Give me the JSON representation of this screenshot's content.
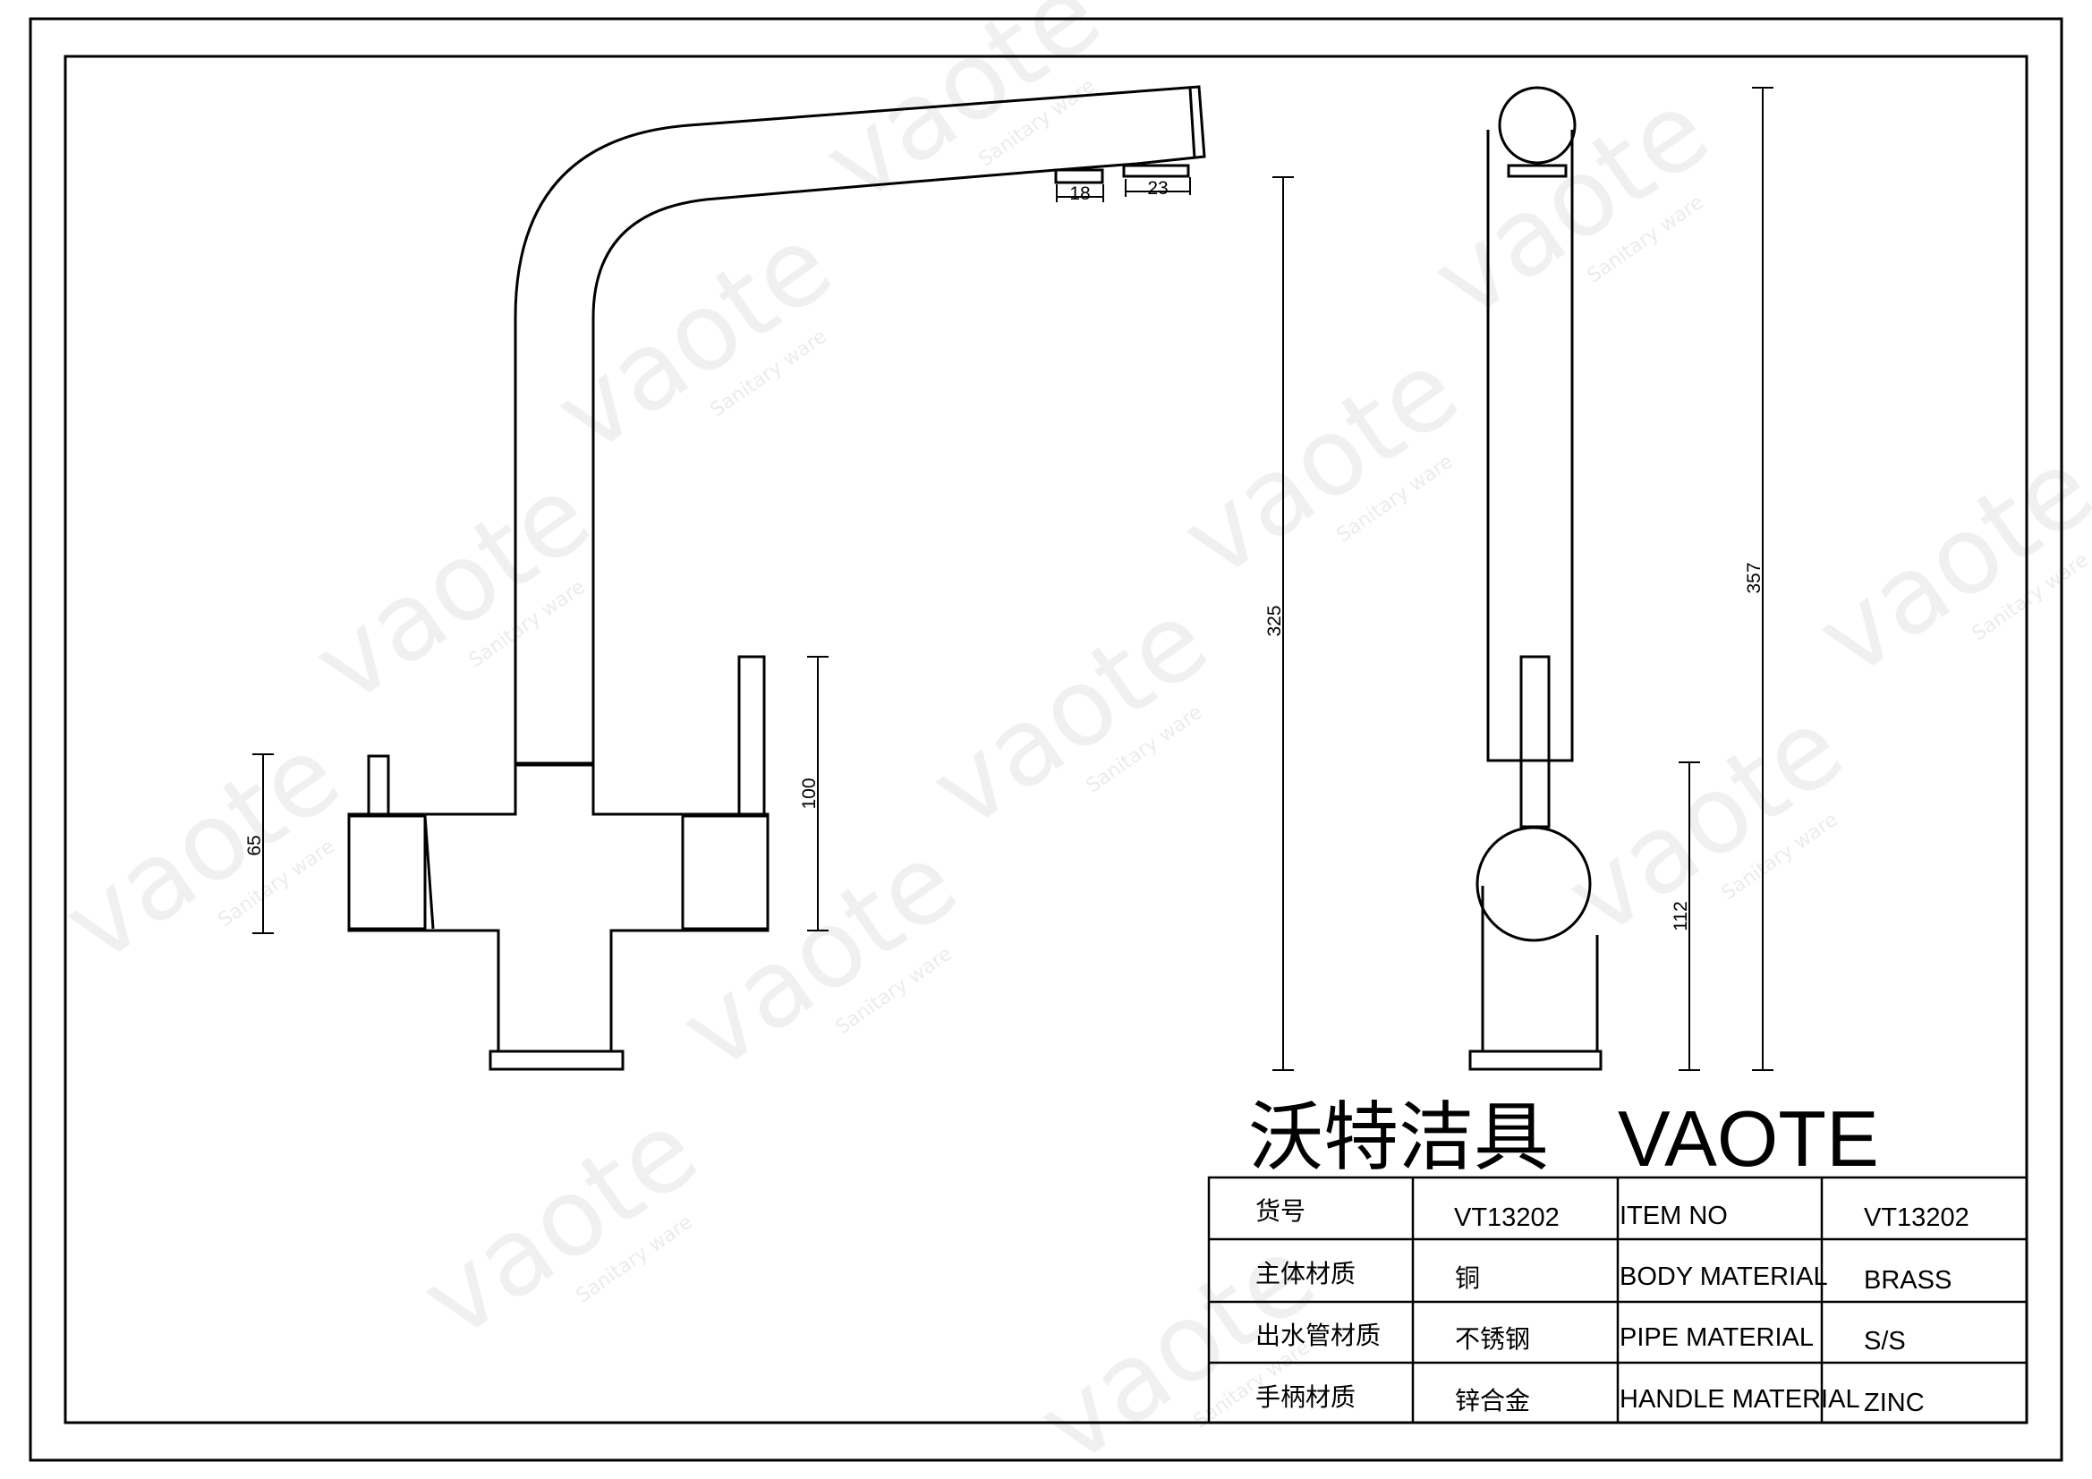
{
  "watermark": {
    "text": "vaote",
    "sub_text": "Sanitary ware"
  },
  "dimensions": {
    "spout_outlet_1": "18",
    "spout_outlet_2": "23",
    "left_handle_height": "65",
    "right_handle_height": "100",
    "spout_height": "325",
    "side_lever_height": "112",
    "total_height": "357"
  },
  "title_block": {
    "brand_cn": "沃特洁具",
    "brand_en": "VAOTE",
    "rows": [
      {
        "label_cn": "货号",
        "value_cn": "VT13202",
        "label_en": "ITEM NO",
        "value_en": "VT13202"
      },
      {
        "label_cn": "主体材质",
        "value_cn": "铜",
        "label_en": "BODY MATERIAL",
        "value_en": "BRASS"
      },
      {
        "label_cn": "出水管材质",
        "value_cn": "不锈钢",
        "label_en": "PIPE MATERIAL",
        "value_en": "S/S"
      },
      {
        "label_cn": "手柄材质",
        "value_cn": "锌合金",
        "label_en": "HANDLE MATERIAL",
        "value_en": "ZINC"
      }
    ]
  }
}
